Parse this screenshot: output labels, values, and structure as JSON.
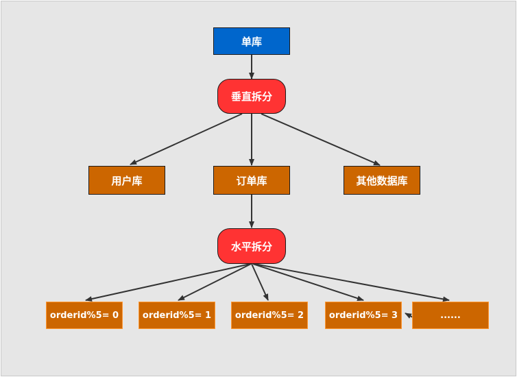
{
  "nodes": {
    "root": "单库",
    "vertical_split": "垂直拆分",
    "user_db": "用户库",
    "order_db": "订单库",
    "other_db": "其他数据库",
    "horizontal_split": "水平拆分",
    "shard0": "orderid%5= 0",
    "shard1": "orderid%5= 1",
    "shard2": "orderid%5= 2",
    "shard3": "orderid%5= 3",
    "shard_more": "......"
  },
  "colors": {
    "root_fill": "#0066cc",
    "split_fill": "#ff3333",
    "db_fill": "#cc6600",
    "leaf_border": "#ff9933",
    "canvas_bg": "#e6e6e6",
    "edge": "#333333"
  }
}
